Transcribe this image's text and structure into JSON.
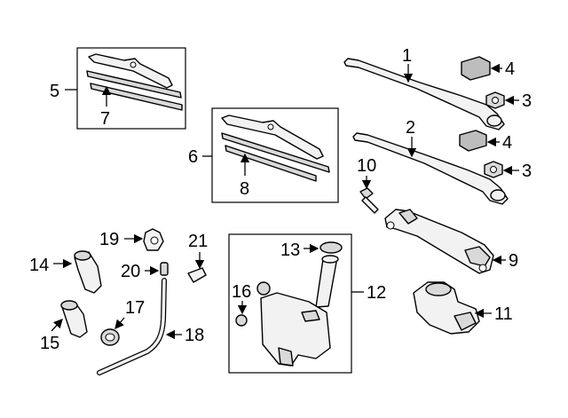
{
  "callouts": {
    "c1": "1",
    "c2": "2",
    "c3a": "3",
    "c3b": "3",
    "c4a": "4",
    "c4b": "4",
    "c5": "5",
    "c6": "6",
    "c7": "7",
    "c8": "8",
    "c9": "9",
    "c10": "10",
    "c11": "11",
    "c12": "12",
    "c13": "13",
    "c14": "14",
    "c15": "15",
    "c16": "16",
    "c17": "17",
    "c18": "18",
    "c19": "19",
    "c20": "20",
    "c21": "21"
  },
  "colors": {
    "line": "#000000",
    "part_fill": "#f2f2f2",
    "part_shade": "#bdbdbd",
    "background": "#ffffff"
  }
}
